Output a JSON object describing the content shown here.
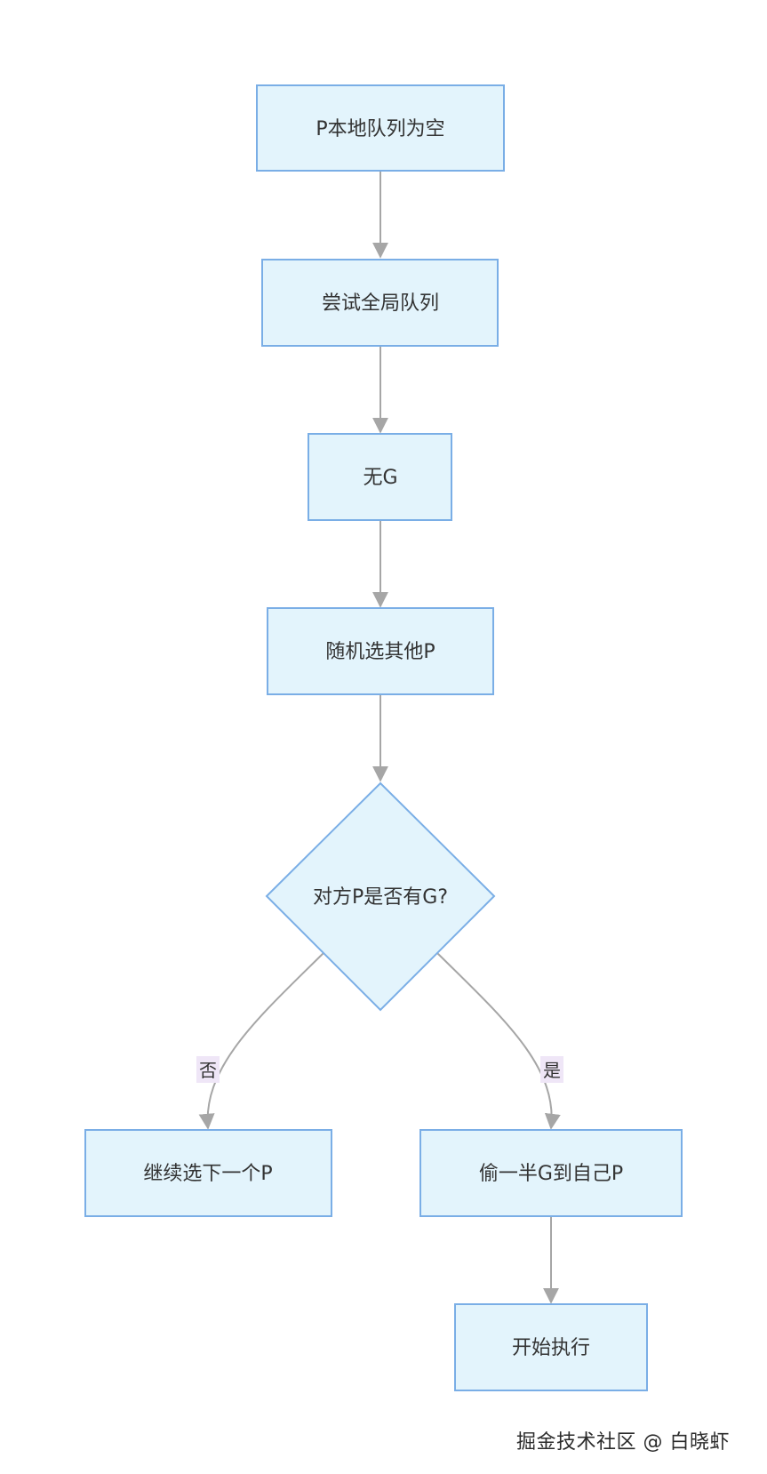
{
  "diagram": {
    "nodes": {
      "p_local_empty": "P本地队列为空",
      "try_global": "尝试全局队列",
      "no_g": "无G",
      "random_p": "随机选其他P",
      "has_g": "对方P是否有G?",
      "next_p": "继续选下一个P",
      "steal_half": "偷一半G到自己P",
      "start_exec": "开始执行"
    },
    "edge_labels": {
      "no": "否",
      "yes": "是"
    }
  },
  "watermark": "掘金技术社区 @ 白晓虾",
  "colors": {
    "node_fill": "#e3f4fc",
    "node_stroke": "#7aaee6",
    "edge": "#a6a6a6",
    "edge_label_bg": "#efe6f7"
  }
}
